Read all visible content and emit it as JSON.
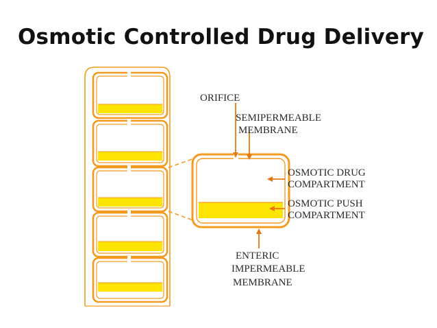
{
  "title": "Osmotic Controlled Drug Delivery",
  "labels": {
    "orifice": "ORIFICE",
    "semipermeable_line1": "SEMIPERMEABLE",
    "semipermeable_line2": "MEMBRANE",
    "drug_line1": "OSMOTIC DRUG",
    "drug_line2": "COMPARTMENT",
    "push_line1": "OSMOTIC PUSH",
    "push_line2": "COMPARTMENT",
    "enteric_line1": "ENTERIC",
    "enteric_line2": "IMPERMEABLE",
    "enteric_line3": "MEMBRANE"
  },
  "colors": {
    "membrane_orange": "#f39a1f",
    "push_layer_yellow": "#fde404",
    "arrow_orange": "#e8760f",
    "text": "#2a2a2a"
  }
}
